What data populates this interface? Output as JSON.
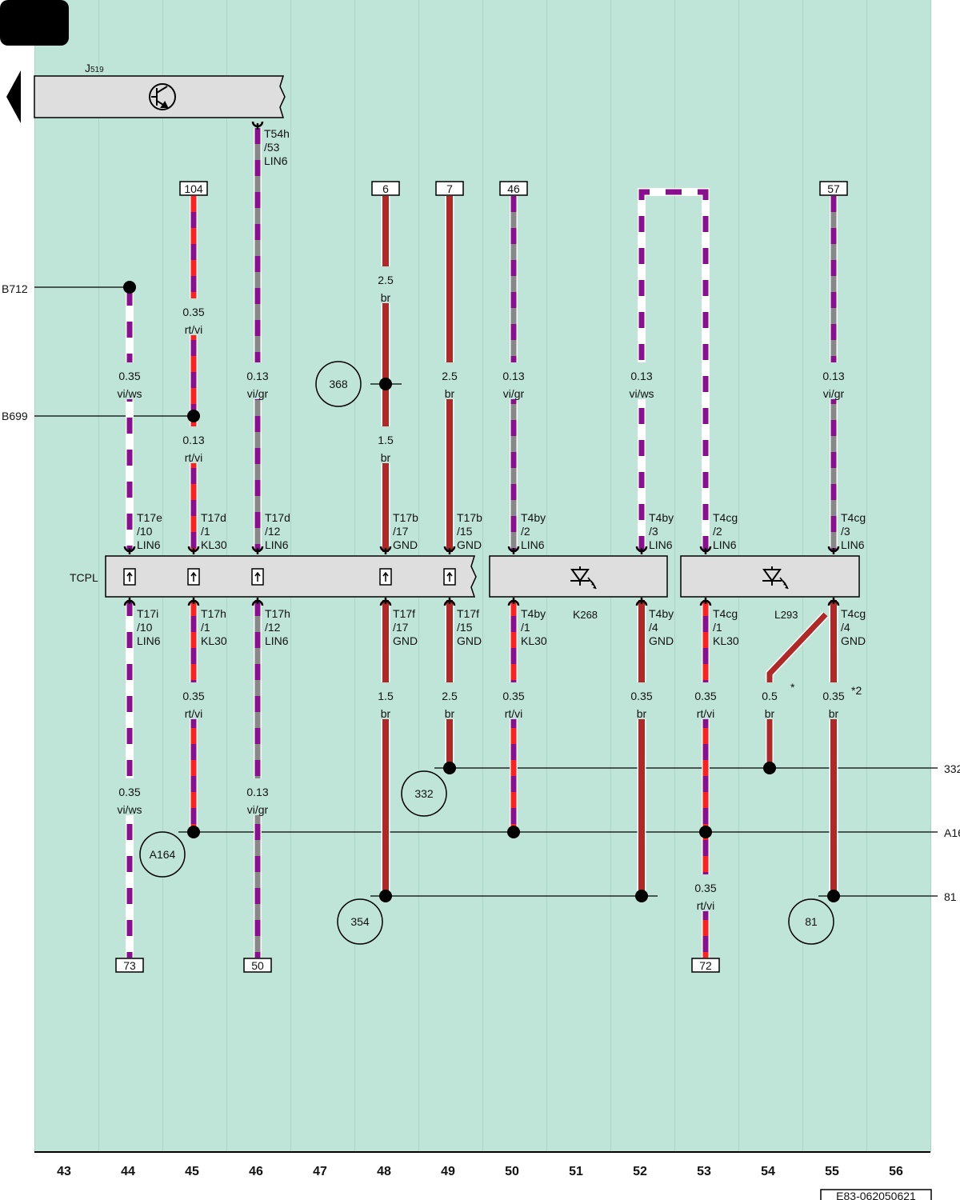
{
  "colors": {
    "background": "#bfe5d8",
    "grid": "#a9d5c6",
    "box": "#dedede",
    "br": "#b02828",
    "rt": "#ff2020",
    "vi": "#8a0f8f",
    "gr": "#888888",
    "ws": "#ffffff"
  },
  "sheet_id": "E83-062050621",
  "modules": {
    "j519": {
      "label": "J519",
      "main": "J",
      "sub": "519",
      "icon": "transistor-icon"
    },
    "tcpl": {
      "label": "TCPL"
    },
    "k268": {
      "label": "K268",
      "main": "K",
      "sub": "268",
      "icon": "led-icon"
    },
    "l293": {
      "label": "L293",
      "main": "L",
      "sub": "293",
      "icon": "led-icon"
    }
  },
  "column_numbers": [
    "43",
    "44",
    "45",
    "46",
    "47",
    "48",
    "49",
    "50",
    "51",
    "52",
    "53",
    "54",
    "55",
    "56"
  ],
  "top_refs": [
    "104",
    "6",
    "7",
    "46",
    "57"
  ],
  "bottom_refs": [
    "73",
    "50",
    "72"
  ],
  "left_refs": [
    "B712",
    "B699"
  ],
  "right_refs": [
    "332",
    "A16",
    "81"
  ],
  "circle_refs": [
    "368",
    "332",
    "A164",
    "354",
    "81"
  ],
  "wire_labels": [
    {
      "size": "0.35",
      "color": "vi/ws"
    },
    {
      "size": "0.35",
      "color": "rt/vi"
    },
    {
      "size": "0.13",
      "color": "vi/gr"
    },
    {
      "size": "2.5",
      "color": "br"
    },
    {
      "size": "2.5",
      "color": "br"
    },
    {
      "size": "0.13",
      "color": "vi/gr"
    },
    {
      "size": "0.13",
      "color": "vi/ws"
    },
    {
      "size": "0.13",
      "color": "vi/gr"
    },
    {
      "size": "0.13",
      "color": "rt/vi"
    },
    {
      "size": "1.5",
      "color": "br"
    },
    {
      "size": "0.35",
      "color": "rt/vi"
    },
    {
      "size": "1.5",
      "color": "br"
    },
    {
      "size": "2.5",
      "color": "br"
    },
    {
      "size": "0.35",
      "color": "rt/vi"
    },
    {
      "size": "0.35",
      "color": "br"
    },
    {
      "size": "0.35",
      "color": "rt/vi"
    },
    {
      "size": "0.5",
      "color": "br"
    },
    {
      "size": "0.35",
      "color": "br"
    },
    {
      "size": "0.35",
      "color": "vi/ws"
    },
    {
      "size": "0.13",
      "color": "vi/gr"
    },
    {
      "size": "0.35",
      "color": "rt/vi"
    }
  ],
  "footnotes": [
    "*",
    "*2"
  ],
  "pin_labels": [
    {
      "conn": "T54h",
      "pin": "/53",
      "sig": "LIN6"
    },
    {
      "conn": "T17e",
      "pin": "/10",
      "sig": "LIN6"
    },
    {
      "conn": "T17d",
      "pin": "/1",
      "sig": "KL30"
    },
    {
      "conn": "T17d",
      "pin": "/12",
      "sig": "LIN6"
    },
    {
      "conn": "T17b",
      "pin": "/17",
      "sig": "GND"
    },
    {
      "conn": "T17b",
      "pin": "/15",
      "sig": "GND"
    },
    {
      "conn": "T4by",
      "pin": "/2",
      "sig": "LIN6"
    },
    {
      "conn": "T4by",
      "pin": "/3",
      "sig": "LIN6"
    },
    {
      "conn": "T4cg",
      "pin": "/2",
      "sig": "LIN6"
    },
    {
      "conn": "T4cg",
      "pin": "/3",
      "sig": "LIN6"
    },
    {
      "conn": "T17i",
      "pin": "/10",
      "sig": "LIN6"
    },
    {
      "conn": "T17h",
      "pin": "/1",
      "sig": "KL30"
    },
    {
      "conn": "T17h",
      "pin": "/12",
      "sig": "LIN6"
    },
    {
      "conn": "T17f",
      "pin": "/17",
      "sig": "GND"
    },
    {
      "conn": "T17f",
      "pin": "/15",
      "sig": "GND"
    },
    {
      "conn": "T4by",
      "pin": "/1",
      "sig": "KL30"
    },
    {
      "conn": "T4by",
      "pin": "/4",
      "sig": "GND"
    },
    {
      "conn": "T4cg",
      "pin": "/1",
      "sig": "KL30"
    },
    {
      "conn": "T4cg",
      "pin": "/4",
      "sig": "GND"
    }
  ]
}
